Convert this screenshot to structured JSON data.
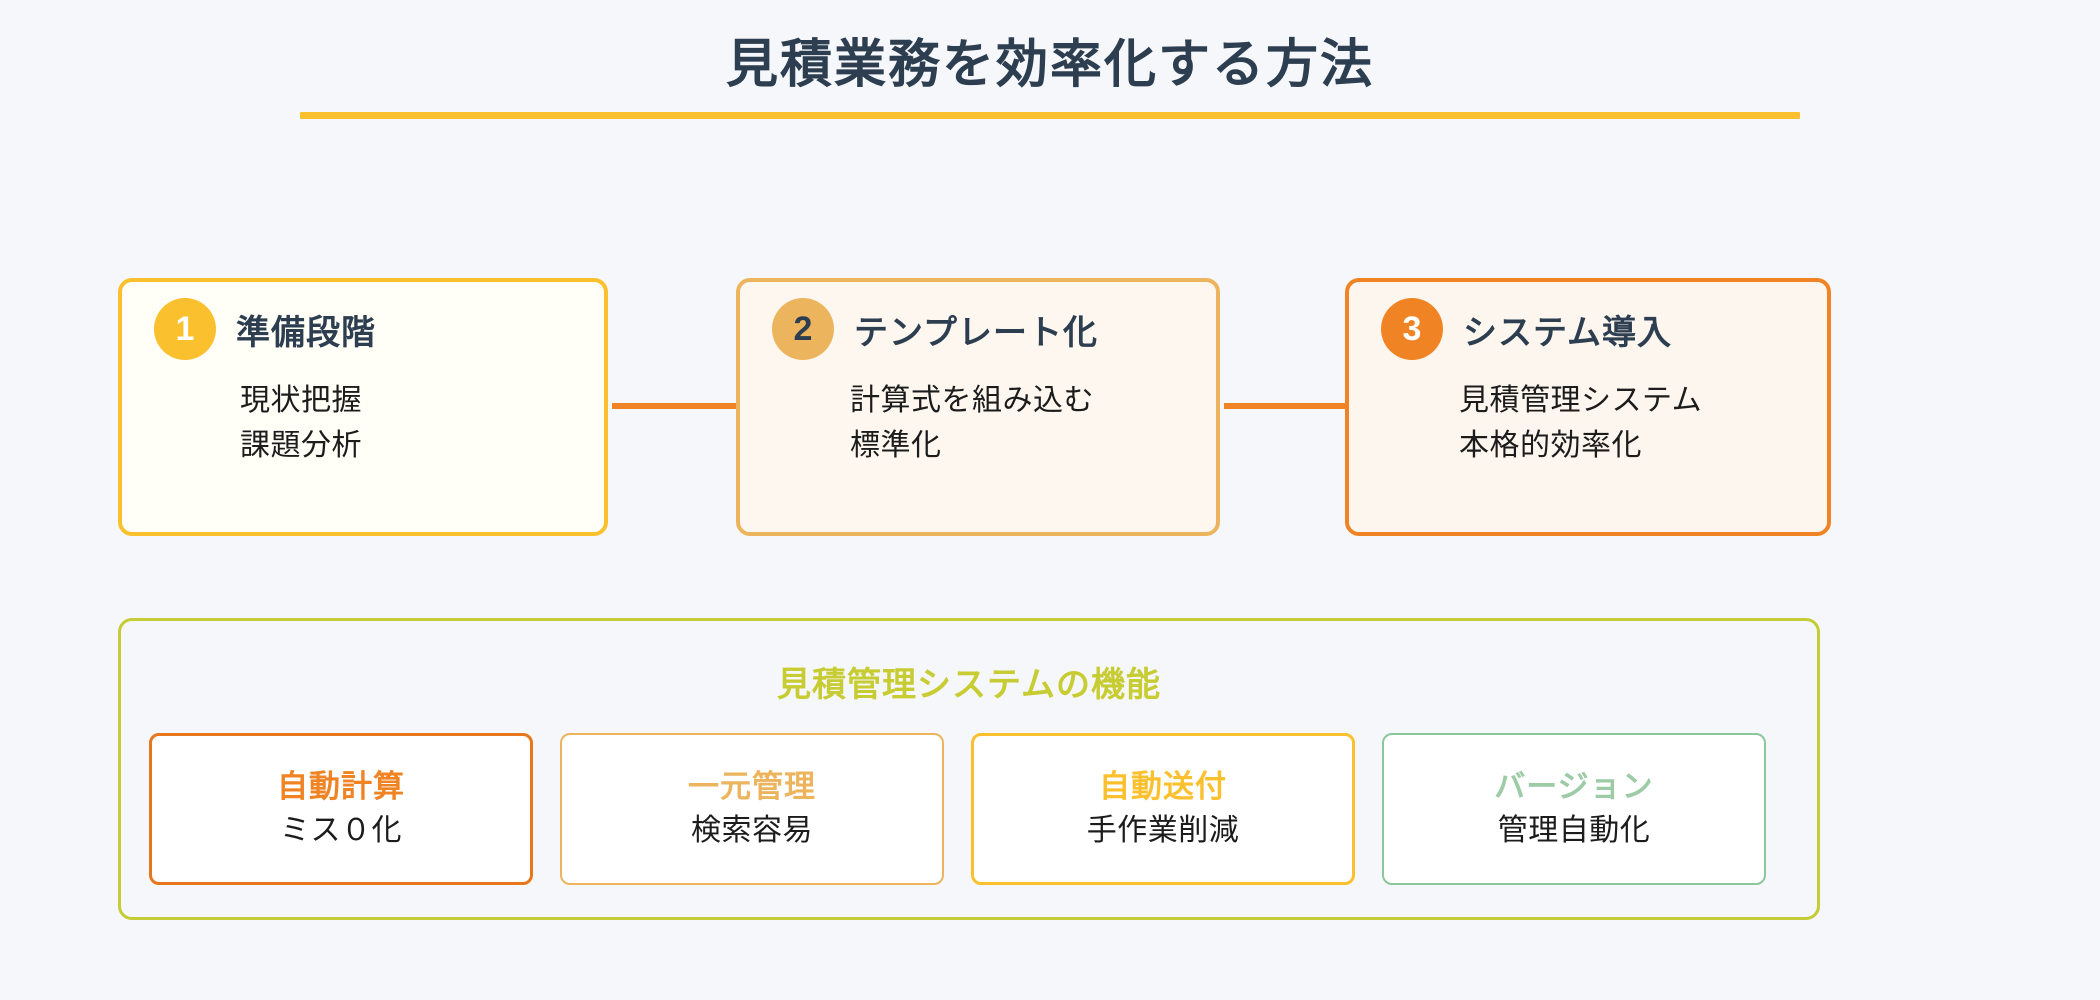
{
  "page": {
    "title": "見積業務を効率化する方法",
    "background_color": "#F5F7FA",
    "title_color": "#2C3E50",
    "title_underline_color": "#FBC02D"
  },
  "steps": [
    {
      "number": "1",
      "title": "準備段階",
      "lines": [
        "現状把握",
        "課題分析"
      ],
      "badge_color": "#FBC02D",
      "badge_text_color": "#FFFFFF",
      "border_color": "#FBC02D",
      "background_color": "#FFFEF7"
    },
    {
      "number": "2",
      "title": "テンプレート化",
      "lines": [
        "計算式を組み込む",
        "標準化"
      ],
      "badge_color": "#EDB45E",
      "badge_text_color": "#2C3E50",
      "border_color": "#EDB45E",
      "background_color": "#FDF7F0"
    },
    {
      "number": "3",
      "title": "システム導入",
      "lines": [
        "見積管理システム",
        "本格的効率化"
      ],
      "badge_color": "#F08424",
      "badge_text_color": "#FFFFFF",
      "border_color": "#F08424",
      "background_color": "#FDF6EE"
    }
  ],
  "connector_color": "#F08424",
  "feature_panel": {
    "title": "見積管理システムの機能",
    "title_color": "#C8CC33",
    "border_color": "#C4CC36",
    "features": [
      {
        "title": "自動計算",
        "subtitle": "ミス０化",
        "title_color": "#F08424",
        "border_color": "#E8761C"
      },
      {
        "title": "一元管理",
        "subtitle": "検索容易",
        "title_color": "#EDB45E",
        "border_color": "#EDB45E"
      },
      {
        "title": "自動送付",
        "subtitle": "手作業削減",
        "title_color": "#FBC02D",
        "border_color": "#FBC02D"
      },
      {
        "title": "バージョン",
        "subtitle": "管理自動化",
        "title_color": "#9CCBA6",
        "border_color": "#8CC79B"
      }
    ]
  }
}
